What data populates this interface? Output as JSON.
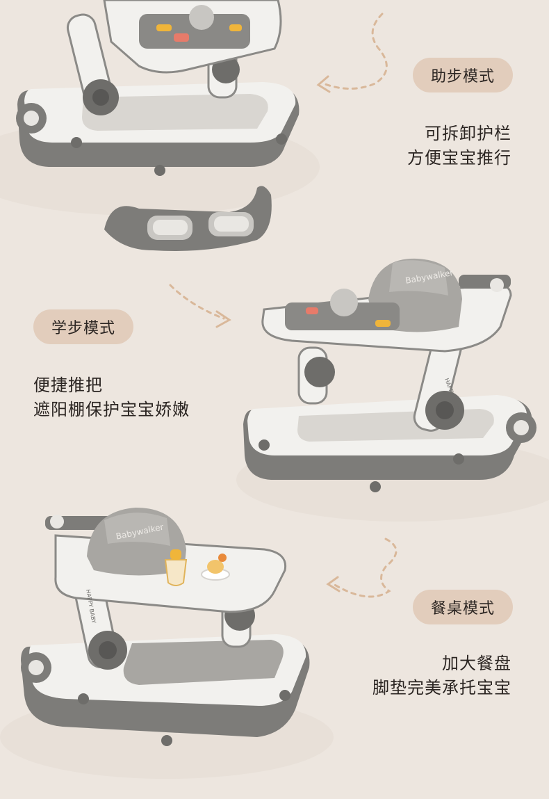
{
  "sections": [
    {
      "mode_label": "助步模式",
      "lines": [
        "可拆卸护栏",
        "方便宝宝推行"
      ]
    },
    {
      "mode_label": "学步模式",
      "lines": [
        "便捷推把",
        "遮阳棚保护宝宝娇嫩"
      ]
    },
    {
      "mode_label": "餐桌模式",
      "lines": [
        "加大餐盘",
        "脚垫完美承托宝宝"
      ]
    }
  ],
  "product_marks": {
    "seat_logo": "Babywalker",
    "side_logo": "HAPPY BABY"
  },
  "colors": {
    "background": "#ede6df",
    "pill": "#e2cdbc",
    "frame_dark": "#7d7c79",
    "frame_light": "#f2f1ee",
    "cushion": "#a8a6a2",
    "arrow": "#d9b89a"
  }
}
